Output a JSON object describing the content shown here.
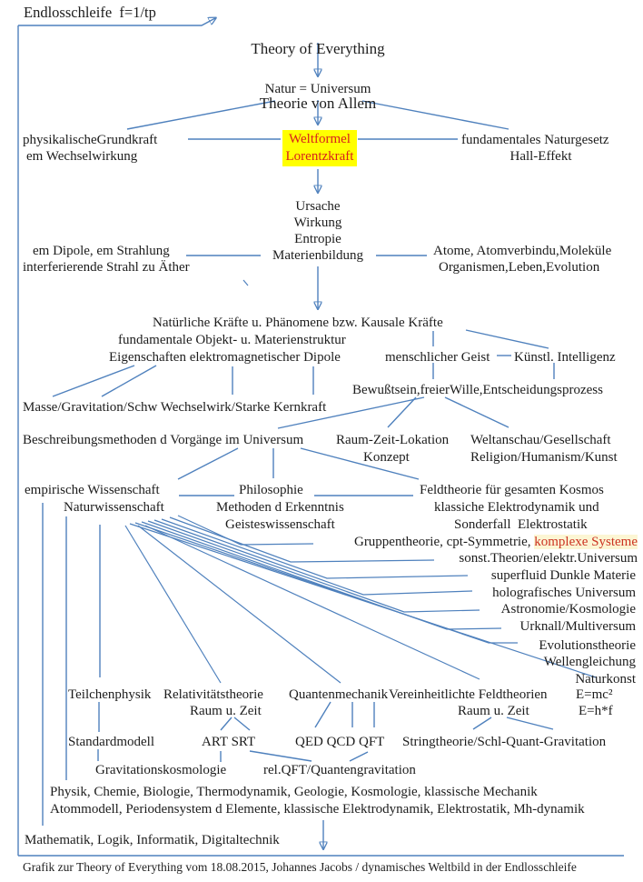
{
  "meta": {
    "line_color": "#4f81bd",
    "highlight_bg": "#ffff00",
    "highlight_text": "#d81e1e",
    "complex_bg": "#fcf6d4",
    "complex_text": "#cc3322"
  },
  "nodes": {
    "loop_label": "Endlosschleife  f=1/tp",
    "title1": "Theory of Everything",
    "title2": "Theorie von Allem",
    "natur": "Natur = Universum",
    "grundkraft1": "physikalischeGrundkraft",
    "grundkraft2": "em Wechselwirkung",
    "weltformel1": "Weltformel",
    "weltformel2": "Lorentzkraft",
    "naturgesetz1": "fundamentales Naturgesetz",
    "naturgesetz2": "Hall-Effekt",
    "ursache": "Ursache",
    "wirkung": "Wirkung",
    "entropie": "Entropie",
    "materienbildung": "Materienbildung",
    "dipole1": "em Dipole, em Strahlung",
    "dipole2": "interferierende Strahl zu Äther",
    "atome1": "Atome, Atomverbindu,Moleküle",
    "atome2": "Organismen,Leben,Evolution",
    "kraefte": "Natürliche Kräfte u. Phänomene bzw. Kausale Kräfte",
    "struktur": "fundamentale Objekt- u. Materienstruktur",
    "eigenschaften": "Eigenschaften elektromagnetischer Dipole",
    "geist": "menschlicher Geist",
    "ki": "Künstl. Intelligenz",
    "bewusstsein": "Bewußtsein,freierWille,Entscheidungsprozess",
    "masse": "Masse/Gravitation/Schw Wechselwirk/Starke Kernkraft",
    "beschreibung": "Beschreibungsmethoden d Vorgänge im Universum",
    "raumzeitlok": "Raum-Zeit-Lokation",
    "konzept": "Konzept",
    "weltanschau": "Weltanschau/Gesellschaft",
    "religion": "Religion/Humanism/Kunst",
    "empirisch": "empirische Wissenschaft",
    "philosophie": "Philosophie",
    "feldtheorie": "Feldtheorie für gesamten Kosmos",
    "naturwissenschaft": "Naturwissenschaft",
    "methoden": "Methoden d Erkenntnis",
    "klassische_ed": "klassiche Elektrodynamik und",
    "geisteswissenschaft": "Geisteswissenschaft",
    "sonderfall": "Sonderfall  Elektrostatik",
    "gruppentheorie_prefix": "Gruppentheorie, cpt-Symmetrie, ",
    "komplexe_systeme": "komplexe Systeme",
    "sonst": "sonst.Theorien/elektr.Universum",
    "superfluid": "superfluid Dunkle Materie",
    "holografisch": "holografisches Universum",
    "astronomie": "Astronomie/Kosmologie",
    "urknall": "Urknall/Multiversum",
    "evolution": "Evolutionstheorie",
    "wellengleichung": "Wellengleichung",
    "naturkonst": "Naturkonst",
    "teilchenphysik": "Teilchenphysik",
    "relativitaet": "Relativitätstheorie",
    "quantenmechanik": "Quantenmechanik",
    "vereinheitlicht": "Vereinheitlichte Feldtheorien",
    "emc2": "E=mc²",
    "raumzeit_links": "Raum u. Zeit",
    "raumzeit_rechts": "Raum u. Zeit",
    "ehf": "E=h*f",
    "standardmodell": "Standardmodell",
    "artsrt": "ART SRT",
    "qedqcdqft": "QED QCD QFT",
    "stringtheorie": "Stringtheorie/Schl-Quant-Gravitation",
    "gravitationskosmologie": "Gravitationskosmologie",
    "relqft": "rel.QFT/Quantengravitation",
    "physik_row": "Physik, Chemie, Biologie, Thermodynamik, Geologie, Kosmologie, klassische Mechanik",
    "atommodell_row": "Atommodell, Periodensystem d Elemente, klassische Elektrodynamik, Elektrostatik, Mh-dynamik",
    "mathematik_row": "Mathematik, Logik, Informatik, Digitaltechnik",
    "caption": "Grafik zur Theory of Everything vom 18.08.2015, Johannes Jacobs / dynamisches Weltbild in der Endlosschleife"
  }
}
